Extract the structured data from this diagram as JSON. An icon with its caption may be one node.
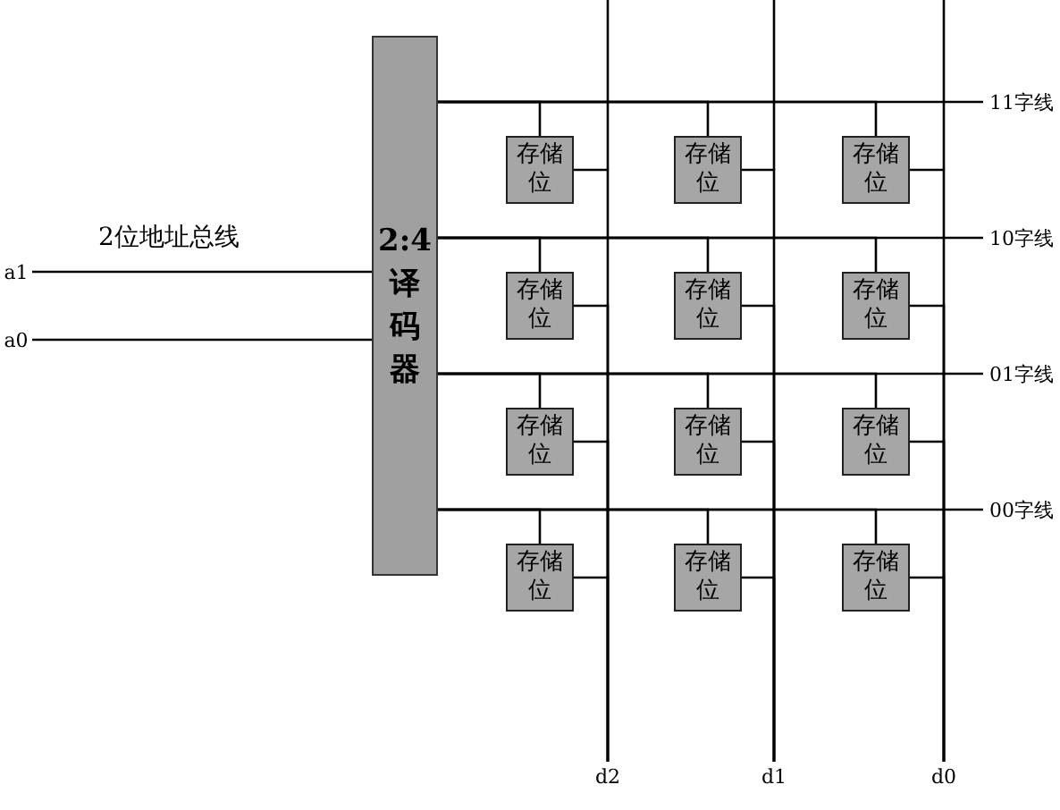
{
  "diagram": {
    "nodes": [
      {
        "text": [
          "a1"
        ]
      },
      {
        "text": [
          "a0"
        ]
      },
      {
        "text": [
          "2:4译码器"
        ]
      },
      {
        "text": [
          "存储位"
        ]
      },
      {
        "text": [
          "存储位"
        ]
      },
      {
        "text": [
          "存储位"
        ]
      },
      {
        "text": [
          "存储位"
        ]
      },
      {
        "text": [
          "存储位"
        ]
      },
      {
        "text": [
          "存储位"
        ]
      },
      {
        "text": [
          "存储位"
        ]
      },
      {
        "text": [
          "存储位"
        ]
      },
      {
        "text": [
          "存储位"
        ]
      },
      {
        "text": [
          "存储位"
        ]
      },
      {
        "text": [
          "存储位"
        ]
      },
      {
        "text": [
          "存储位"
        ]
      },
      {
        "text": [
          "11字线"
        ]
      },
      {
        "text": [
          "10字线"
        ]
      },
      {
        "text": [
          "01字线"
        ]
      },
      {
        "text": [
          "00字线"
        ]
      },
      {
        "text": [
          "d2"
        ]
      },
      {
        "text": [
          "d1"
        ]
      },
      {
        "text": [
          "d0"
        ]
      }
    ],
    "edges": [
      {
        "from": 0,
        "to": 2,
        "arrow": "none"
      },
      {
        "from": 1,
        "to": 2,
        "arrow": "none"
      },
      {
        "from": 2,
        "to": 3,
        "arrow": "none"
      },
      {
        "from": 2,
        "to": 4,
        "arrow": "none"
      },
      {
        "from": 2,
        "to": 5,
        "arrow": "none"
      },
      {
        "from": 2,
        "to": 15,
        "arrow": "none"
      },
      {
        "from": 2,
        "to": 6,
        "arrow": "none"
      },
      {
        "from": 2,
        "to": 7,
        "arrow": "none"
      },
      {
        "from": 2,
        "to": 8,
        "arrow": "none"
      },
      {
        "from": 2,
        "to": 16,
        "arrow": "none"
      },
      {
        "from": 2,
        "to": 9,
        "arrow": "none"
      },
      {
        "from": 2,
        "to": 10,
        "arrow": "none"
      },
      {
        "from": 2,
        "to": 11,
        "arrow": "none"
      },
      {
        "from": 2,
        "to": 17,
        "arrow": "none"
      },
      {
        "from": 2,
        "to": 12,
        "arrow": "none"
      },
      {
        "from": 2,
        "to": 13,
        "arrow": "none"
      },
      {
        "from": 2,
        "to": 14,
        "arrow": "none"
      },
      {
        "from": 2,
        "to": 18,
        "arrow": "none"
      },
      {
        "from": 3,
        "to": 19,
        "arrow": "none"
      },
      {
        "from": 4,
        "to": 20,
        "arrow": "none"
      },
      {
        "from": 5,
        "to": 21,
        "arrow": "none"
      },
      {
        "from": 6,
        "to": 19,
        "arrow": "none"
      },
      {
        "from": 7,
        "to": 20,
        "arrow": "none"
      },
      {
        "from": 8,
        "to": 21,
        "arrow": "none"
      },
      {
        "from": 9,
        "to": 19,
        "arrow": "none"
      },
      {
        "from": 10,
        "to": 20,
        "arrow": "none"
      },
      {
        "from": 11,
        "to": 21,
        "arrow": "none"
      },
      {
        "from": 12,
        "to": 19,
        "arrow": "none"
      },
      {
        "from": 13,
        "to": 20,
        "arrow": "none"
      },
      {
        "from": 14,
        "to": 21,
        "arrow": "none"
      }
    ],
    "labels": [
      "2位地址总线"
    ]
  }
}
